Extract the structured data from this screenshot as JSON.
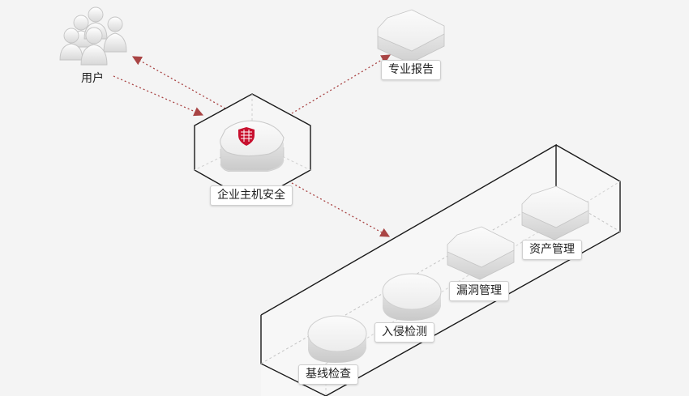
{
  "nodes": {
    "users": {
      "label": "用户"
    },
    "report": {
      "label": "专业报告"
    },
    "host_security": {
      "label": "企业主机安全"
    },
    "baseline": {
      "label": "基线检查"
    },
    "intrusion": {
      "label": "入侵检测"
    },
    "vulnerability": {
      "label": "漏洞管理"
    },
    "asset": {
      "label": "资产管理"
    }
  },
  "colors": {
    "background": "#f4f4f4",
    "outline": "#1a1a1a",
    "connector": "#a94444",
    "shield": "#c8102e"
  }
}
